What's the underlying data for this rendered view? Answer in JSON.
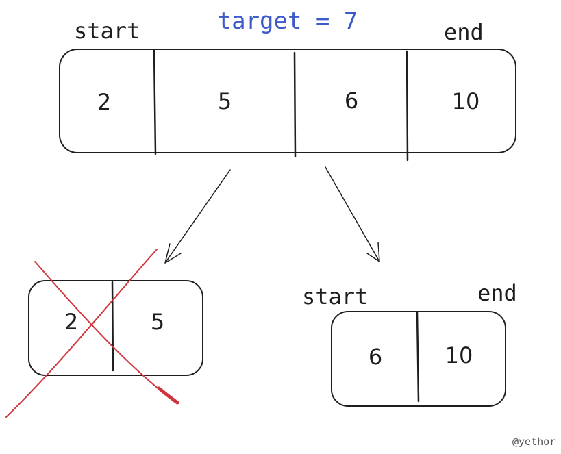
{
  "title": "target = 7",
  "colors": {
    "title": "#3d5ac8",
    "cross": "#d0353b",
    "ink": "#1e1e1e"
  },
  "top_array": {
    "start_label": "start",
    "end_label": "end",
    "cells": [
      "2",
      "5",
      "6",
      "10"
    ]
  },
  "left_array": {
    "status": "discarded",
    "cells": [
      "2",
      "5"
    ]
  },
  "right_array": {
    "start_label": "start",
    "end_label": "end",
    "cells": [
      "6",
      "10"
    ]
  },
  "credit": "@yethor"
}
